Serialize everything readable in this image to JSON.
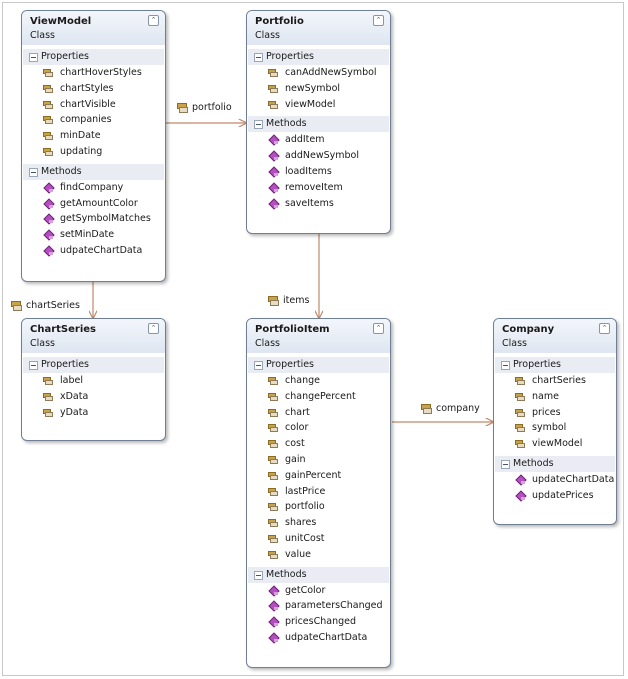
{
  "classes": {
    "viewmodel": {
      "name": "ViewModel",
      "kind": "Class",
      "properties_label": "Properties",
      "properties": [
        "chartHoverStyles",
        "chartStyles",
        "chartVisible",
        "companies",
        "minDate",
        "updating"
      ],
      "methods_label": "Methods",
      "methods": [
        "findCompany",
        "getAmountColor",
        "getSymbolMatches",
        "setMinDate",
        "udpateChartData"
      ]
    },
    "portfolio": {
      "name": "Portfolio",
      "kind": "Class",
      "properties_label": "Properties",
      "properties": [
        "canAddNewSymbol",
        "newSymbol",
        "viewModel"
      ],
      "methods_label": "Methods",
      "methods": [
        "addItem",
        "addNewSymbol",
        "loadItems",
        "removeItem",
        "saveItems"
      ]
    },
    "chartseries": {
      "name": "ChartSeries",
      "kind": "Class",
      "properties_label": "Properties",
      "properties": [
        "label",
        "xData",
        "yData"
      ]
    },
    "portfolioitem": {
      "name": "PortfolioItem",
      "kind": "Class",
      "properties_label": "Properties",
      "properties": [
        "change",
        "changePercent",
        "chart",
        "color",
        "cost",
        "gain",
        "gainPercent",
        "lastPrice",
        "portfolio",
        "shares",
        "unitCost",
        "value"
      ],
      "methods_label": "Methods",
      "methods": [
        "getColor",
        "parametersChanged",
        "pricesChanged",
        "udpateChartData"
      ]
    },
    "company": {
      "name": "Company",
      "kind": "Class",
      "properties_label": "Properties",
      "properties": [
        "chartSeries",
        "name",
        "prices",
        "symbol",
        "viewModel"
      ],
      "methods_label": "Methods",
      "methods": [
        "updateChartData",
        "updatePrices"
      ]
    }
  },
  "associations": {
    "portfolio": "portfolio",
    "chartSeries": "chartSeries",
    "items": "items",
    "company": "company"
  },
  "colors": {
    "connector": "#c0876a",
    "border": "#6f7f95",
    "header": "#dfe6f1"
  }
}
